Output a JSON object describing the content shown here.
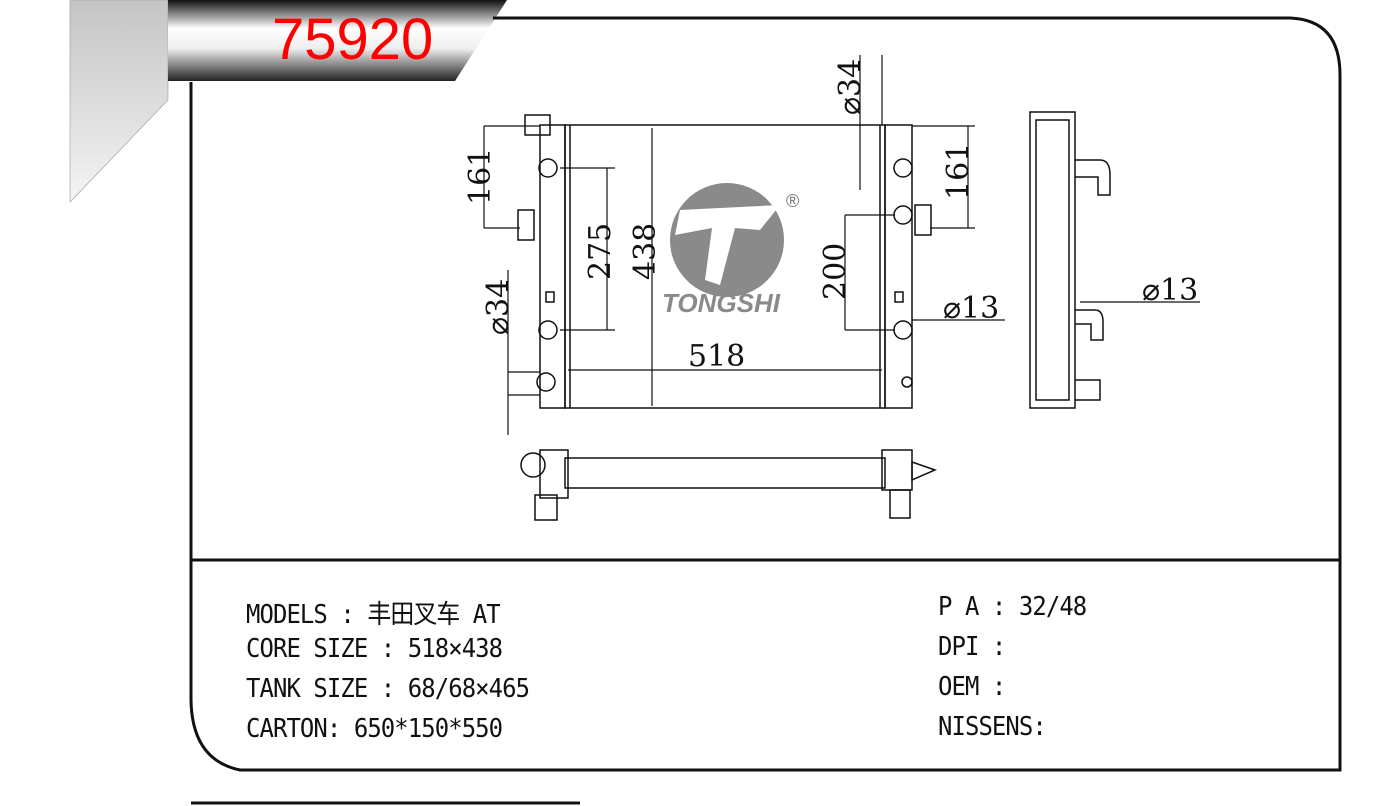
{
  "part_number": "75920",
  "brand": {
    "logo_text": "TONGSHI",
    "registered_mark": "®"
  },
  "dimensions": {
    "left_top_161": "161",
    "height_275": "275",
    "height_438": "438",
    "left_dia_34": "⌀34",
    "width_518": "518",
    "top_dia_34": "⌀34",
    "height_200": "200",
    "right_top_161": "161",
    "right_dia_13": "⌀13",
    "side_dia_13": "⌀13"
  },
  "specs_left": [
    "MODELS : 丰田叉车 AT",
    "CORE SIZE : 518×438",
    "TANK SIZE : 68/68×465",
    "CARTON: 650*150*550"
  ],
  "specs_right": [
    "P A : 32/48",
    "DPI :",
    "OEM :",
    "NISSENS:"
  ]
}
